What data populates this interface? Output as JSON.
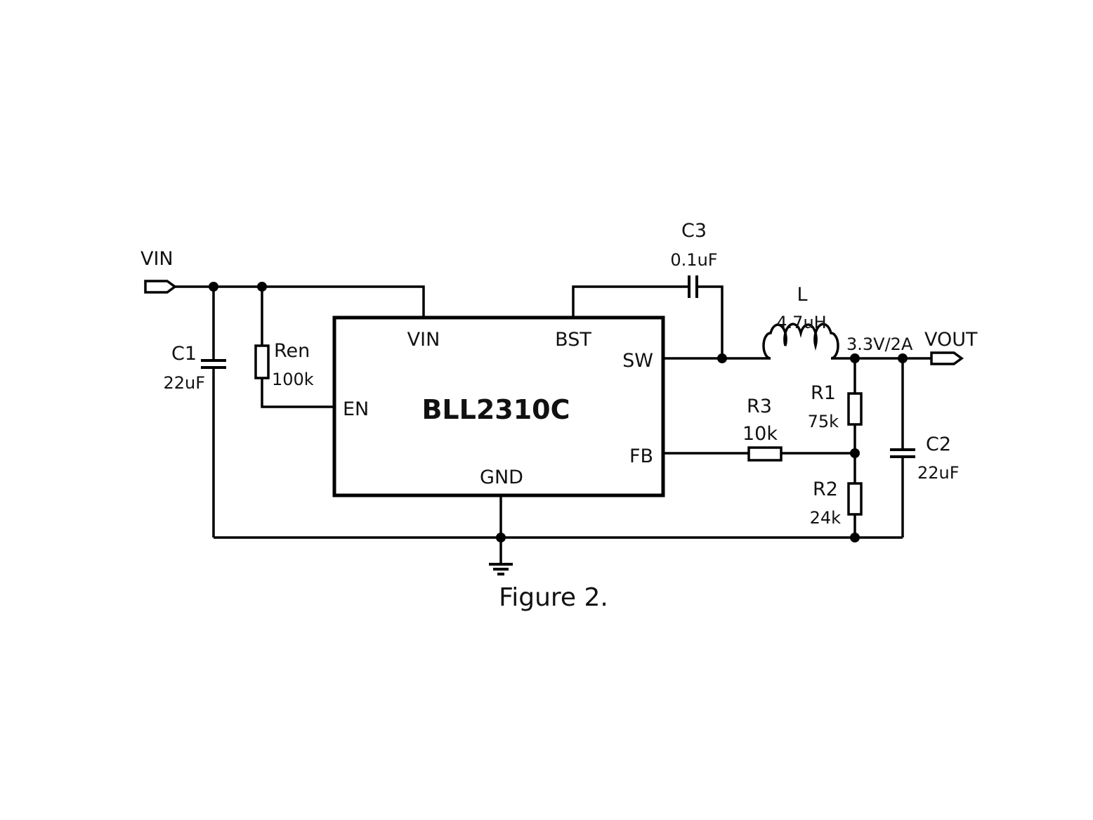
{
  "colors": {
    "ink": "#000000",
    "background": "#ffffff"
  },
  "ports": {
    "input": "VIN",
    "output": "VOUT"
  },
  "output_spec": "3.3V/2A",
  "chip": {
    "name": "BLL2310C",
    "pins": {
      "vin": "VIN",
      "bst": "BST",
      "sw": "SW",
      "en": "EN",
      "fb": "FB",
      "gnd": "GND"
    }
  },
  "components": {
    "c1": {
      "ref": "C1",
      "value": "22uF"
    },
    "ren": {
      "ref": "Ren",
      "value": "100k"
    },
    "c3": {
      "ref": "C3",
      "value": "0.1uF"
    },
    "l": {
      "ref": "L",
      "value": "4.7uH"
    },
    "r1": {
      "ref": "R1",
      "value": "75k"
    },
    "r2": {
      "ref": "R2",
      "value": "24k"
    },
    "r3": {
      "ref": "R3",
      "value": "10k"
    },
    "c2": {
      "ref": "C2",
      "value": "22uF"
    }
  },
  "icons": {
    "ground": "ground-symbol-icon",
    "port": "port-arrow-icon"
  },
  "caption": "Figure 2."
}
